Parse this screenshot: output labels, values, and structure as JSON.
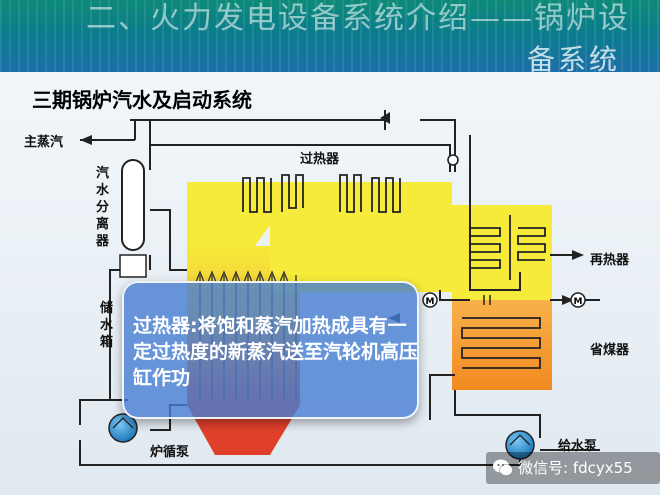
{
  "header": {
    "title_line1": "二、火力发电设备系统介绍——锅炉设",
    "title_line2": "备系统"
  },
  "slide": {
    "title": "三期锅炉汽水及启动系统"
  },
  "labels": {
    "main_steam": "主蒸汽",
    "superheater": "过热器",
    "separator": "汽水分离器",
    "storage_tank": "储水箱",
    "reheater": "再热器",
    "economizer": "省煤器",
    "circ_pump": "炉循泵",
    "feed_pump": "给水泵",
    "motor_symbol": "M"
  },
  "overlay": {
    "text": "过热器:将饱和蒸汽加热成具有一定过热度的新蒸汽送至汽轮机高压缸作功"
  },
  "watermark": {
    "text": "微信号: fdcyx55"
  },
  "colors": {
    "furnace_yellow": "#f6ea3a",
    "furnace_red": "#e0402a",
    "economizer_orange": "#f59a2e",
    "pipe": "#222222",
    "header_teal": "#0e8a78",
    "overlay_blue": "#467dd2",
    "pump_blue": "#1f8fd6"
  }
}
